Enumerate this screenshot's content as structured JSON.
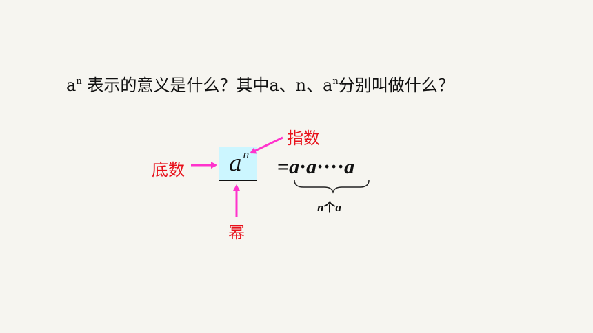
{
  "question": {
    "base": "a",
    "exp": "n",
    "text_1": " 表示的意义是什么？其中a、n、a",
    "exp2": "n",
    "text_2": "分别叫做什么？"
  },
  "labels": {
    "exponent": "指数",
    "base": "底数",
    "power": "幂"
  },
  "power": {
    "base": "a",
    "exponent": "n"
  },
  "expansion": {
    "equals": "=",
    "var_1": "a",
    "dot": "·",
    "var_2": "a",
    "dots": "····",
    "var_3": "a"
  },
  "brace_label": {
    "n": "n",
    "measure": "个",
    "a": "a"
  },
  "colors": {
    "label_red": "#e8101a",
    "arrow_magenta": "#ff33cc",
    "box_fill": "#ccf6ff",
    "background": "#f6f5f0"
  }
}
